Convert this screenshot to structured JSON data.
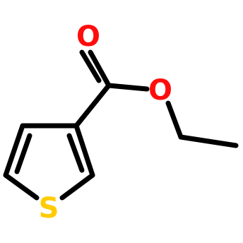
{
  "molecule": {
    "atoms": {
      "carbonyl_oxygen": {
        "symbol": "O",
        "color": "#ff0d0d"
      },
      "ester_oxygen": {
        "symbol": "O",
        "color": "#ff0d0d"
      },
      "sulfur": {
        "symbol": "S",
        "color": "#ffcc00"
      }
    },
    "bond_color": "#000000"
  }
}
